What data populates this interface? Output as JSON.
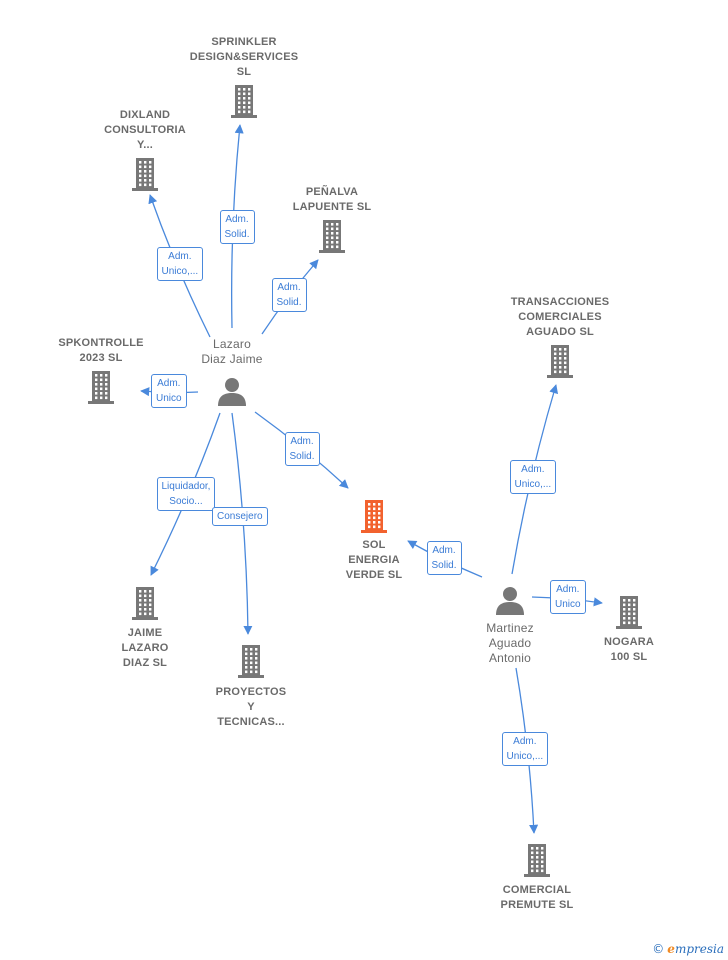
{
  "colors": {
    "edge": "#4a89dc",
    "company": "#777777",
    "main_company": "#f2622e",
    "person": "#777777"
  },
  "companies": [
    {
      "id": "sprinkler",
      "lines": [
        "SPRINKLER",
        "DESIGN&SERVICES",
        "SL"
      ],
      "main": false
    },
    {
      "id": "dixland",
      "lines": [
        "DIXLAND",
        "CONSULTORIA",
        "Y..."
      ],
      "main": false
    },
    {
      "id": "penalva",
      "lines": [
        "PEÑALVA",
        "LAPUENTE SL"
      ],
      "main": false
    },
    {
      "id": "spkontrolle",
      "lines": [
        "SPKONTROLLE",
        "2023  SL"
      ],
      "main": false
    },
    {
      "id": "transacciones",
      "lines": [
        "TRANSACCIONES",
        "COMERCIALES",
        "AGUADO  SL"
      ],
      "main": false
    },
    {
      "id": "sol",
      "lines": [
        "SOL",
        "ENERGIA",
        "VERDE  SL"
      ],
      "main": true
    },
    {
      "id": "jaime",
      "lines": [
        "JAIME",
        "LAZARO",
        "DIAZ SL"
      ],
      "main": false
    },
    {
      "id": "proyectos",
      "lines": [
        "PROYECTOS",
        "Y",
        "TECNICAS..."
      ],
      "main": false
    },
    {
      "id": "nogara",
      "lines": [
        "NOGARA",
        "100 SL"
      ],
      "main": false
    },
    {
      "id": "comercial",
      "lines": [
        "COMERCIAL",
        "PREMUTE  SL"
      ],
      "main": false
    }
  ],
  "persons": [
    {
      "id": "lazaro",
      "lines": [
        "Lazaro",
        "Diaz Jaime"
      ]
    },
    {
      "id": "martinez",
      "lines": [
        "Martinez",
        "Aguado",
        "Antonio"
      ]
    }
  ],
  "edges": [
    {
      "from": "lazaro",
      "to": "sprinkler",
      "label": [
        "Adm.",
        "Solid."
      ]
    },
    {
      "from": "lazaro",
      "to": "dixland",
      "label": [
        "Adm.",
        "Unico,..."
      ]
    },
    {
      "from": "lazaro",
      "to": "penalva",
      "label": [
        "Adm.",
        "Solid."
      ]
    },
    {
      "from": "lazaro",
      "to": "spkontrolle",
      "label": [
        "Adm.",
        "Unico"
      ]
    },
    {
      "from": "lazaro",
      "to": "sol",
      "label": [
        "Adm.",
        "Solid."
      ]
    },
    {
      "from": "lazaro",
      "to": "jaime",
      "label": [
        "Liquidador,",
        "Socio..."
      ]
    },
    {
      "from": "lazaro",
      "to": "proyectos",
      "label": [
        "Consejero"
      ]
    },
    {
      "from": "martinez",
      "to": "transacciones",
      "label": [
        "Adm.",
        "Unico,..."
      ]
    },
    {
      "from": "martinez",
      "to": "sol",
      "label": [
        "Adm.",
        "Solid."
      ]
    },
    {
      "from": "martinez",
      "to": "nogara",
      "label": [
        "Adm.",
        "Unico"
      ]
    },
    {
      "from": "martinez",
      "to": "comercial",
      "label": [
        "Adm.",
        "Unico,..."
      ]
    }
  ],
  "brand": {
    "copyright": "©",
    "initial": "e",
    "rest": "mpresia"
  }
}
